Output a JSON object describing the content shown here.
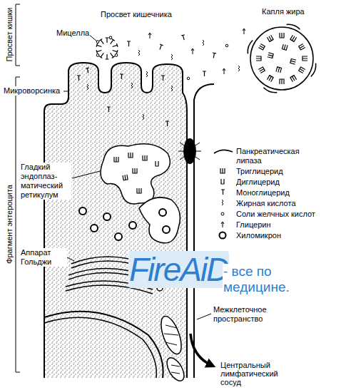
{
  "diagram": {
    "labels": [
      "Просвет кишки",
      "Просвет кишечника",
      "Капля жира",
      "Мицелла",
      "Микроворсинка",
      "Фрагмент энтероцита",
      "Гладкий эндоплаз- матический ретикулум",
      "Аппарат Гольджи",
      "FireAiD",
      "- все по медицине.",
      "Межклеточное пространство",
      "Центральный лимфатический сосуд"
    ],
    "legend": [
      {
        "text": "Панкреатическая липаза"
      },
      {
        "text": "Триглицерид"
      },
      {
        "text": "Диглицерид"
      },
      {
        "text": "Моноглицерид"
      },
      {
        "text": "Жирная кислота"
      },
      {
        "text": "Соли желчных кислот"
      },
      {
        "text": "Глицерин"
      },
      {
        "text": "Хиломикрон"
      }
    ]
  }
}
